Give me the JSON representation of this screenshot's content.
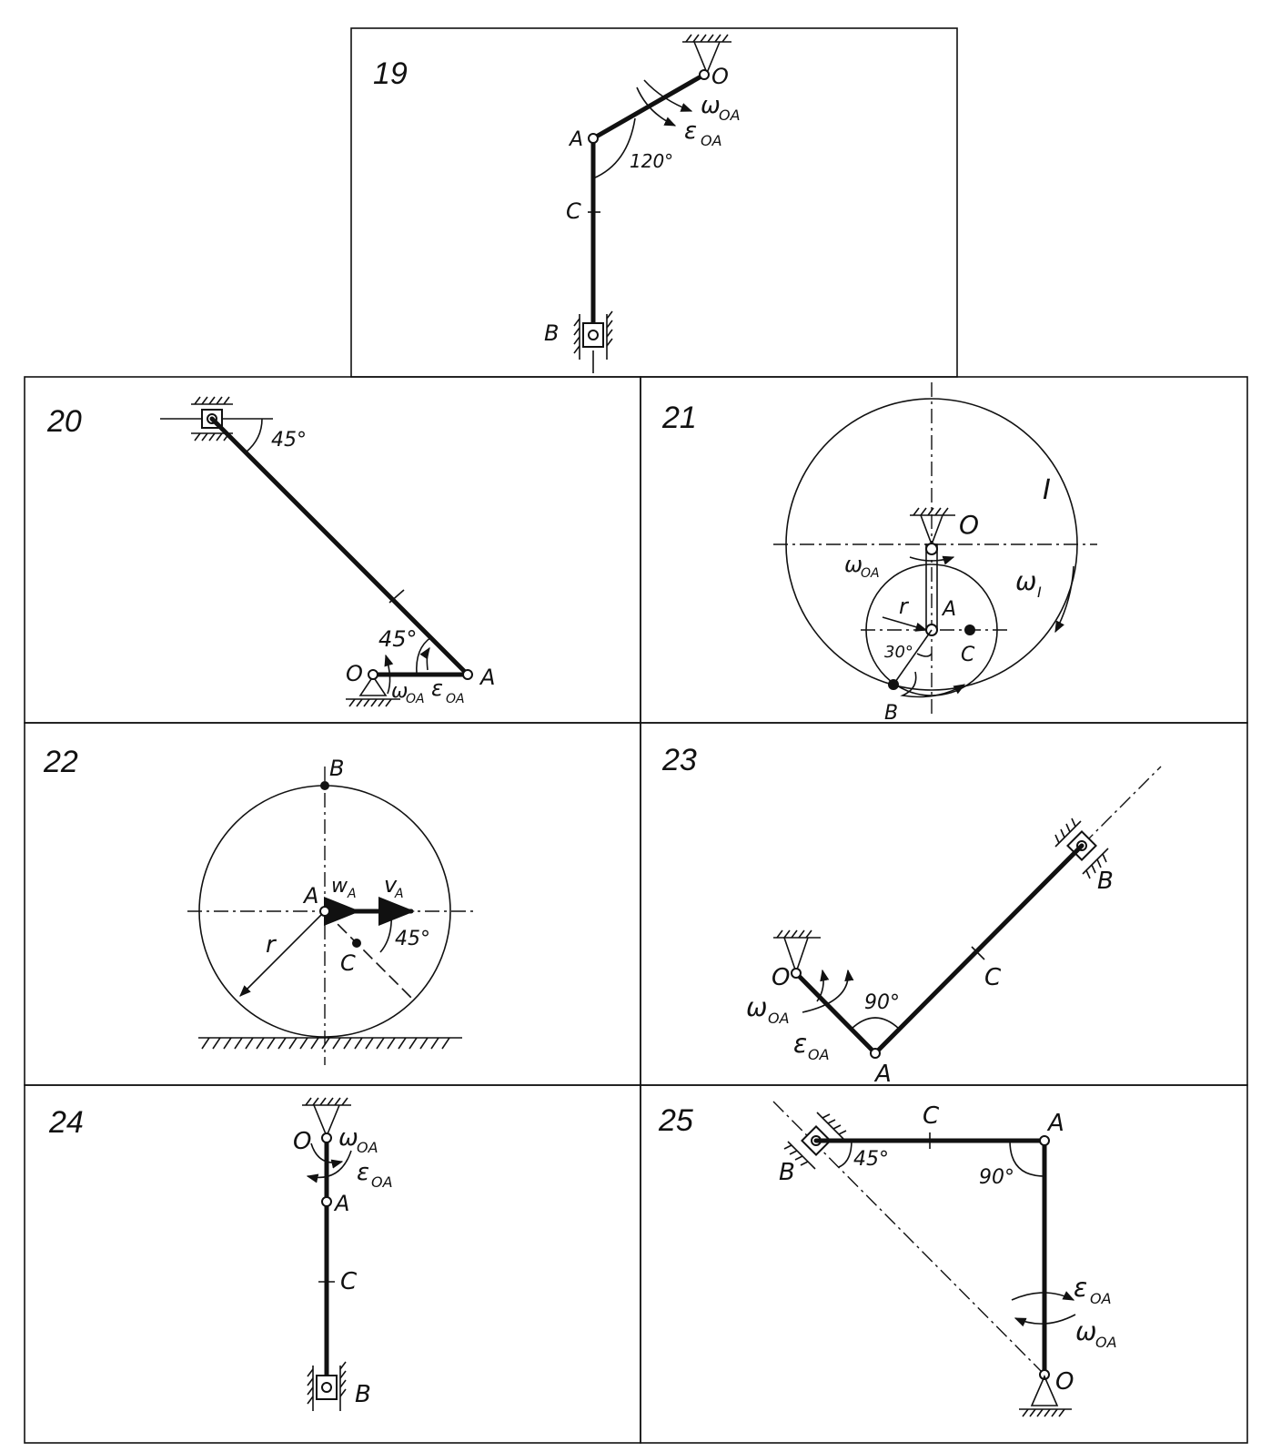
{
  "panels": [
    {
      "number": "19",
      "labels": {
        "O": "O",
        "A": "A",
        "C": "C",
        "B": "B",
        "omega": "ω",
        "omega_sub": "OA",
        "eps": "ε",
        "eps_sub": "OA",
        "angle": "120°"
      }
    },
    {
      "number": "20",
      "labels": {
        "O": "O",
        "A": "A",
        "angle_top": "45°",
        "angle_bottom": "45°",
        "omega": "ω",
        "omega_sub": "OA",
        "eps": "ε",
        "eps_sub": "OA"
      }
    },
    {
      "number": "21",
      "labels": {
        "O": "O",
        "A": "A",
        "C": "C",
        "B": "B",
        "r": "r",
        "I": "I",
        "omega_I": "ω",
        "omega_I_sub": "I",
        "omega": "ω",
        "omega_sub": "OA",
        "angle": "30°"
      }
    },
    {
      "number": "22",
      "labels": {
        "A": "A",
        "B": "B",
        "C": "C",
        "r": "r",
        "w": "w",
        "w_sub": "A",
        "v": "v",
        "v_sub": "A",
        "angle": "45°"
      }
    },
    {
      "number": "23",
      "labels": {
        "O": "O",
        "A": "A",
        "B": "B",
        "C": "C",
        "angle": "90°",
        "omega": "ω",
        "omega_sub": "OA",
        "eps": "ε",
        "eps_sub": "OA"
      }
    },
    {
      "number": "24",
      "labels": {
        "O": "O",
        "A": "A",
        "C": "C",
        "B": "B",
        "omega": "ω",
        "omega_sub": "OA",
        "eps": "ε",
        "eps_sub": "OA"
      }
    },
    {
      "number": "25",
      "labels": {
        "O": "O",
        "A": "A",
        "B": "B",
        "C": "C",
        "angle_45": "45°",
        "angle_90": "90°",
        "eps": "ε",
        "eps_sub": "OA",
        "omega": "ω",
        "omega_sub": "OA"
      }
    }
  ]
}
